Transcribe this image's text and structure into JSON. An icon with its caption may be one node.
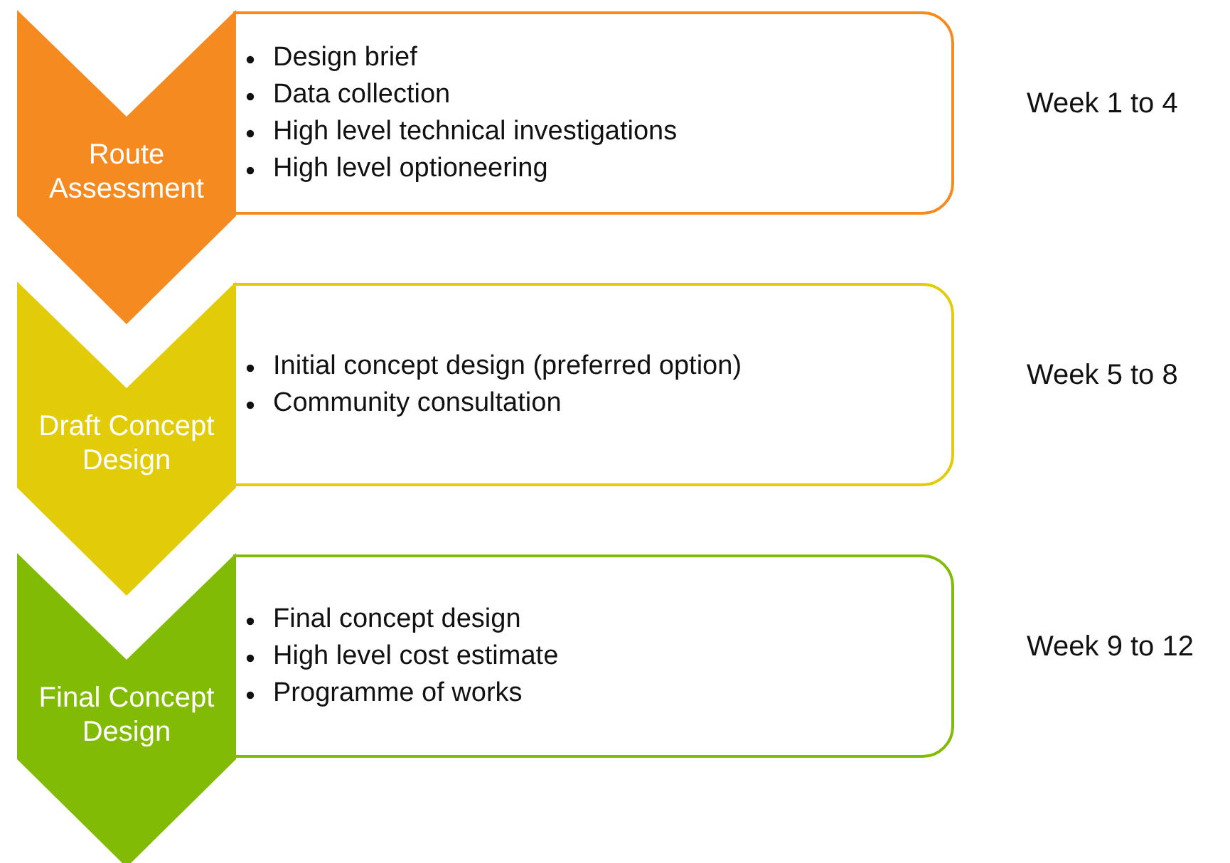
{
  "diagram": {
    "nodes": [
      {
        "text": [
          "Route Assessment"
        ]
      },
      {
        "text": [
          "Design brief",
          "Data collection",
          "High level technical investigations",
          "High level optioneering"
        ],
        "beside": [
          "Week 1 to 4"
        ]
      },
      {
        "text": [
          "Draft Concept Design"
        ]
      },
      {
        "text": [
          "Initial concept design (preferred option)",
          "Community consultation"
        ],
        "beside": [
          "Week 5 to 8"
        ]
      },
      {
        "text": [
          "Final Concept Design"
        ]
      },
      {
        "text": [
          "Final concept design",
          "High level cost estimate",
          "Programme of works"
        ],
        "beside": [
          "Week 9 to 12"
        ]
      }
    ]
  }
}
